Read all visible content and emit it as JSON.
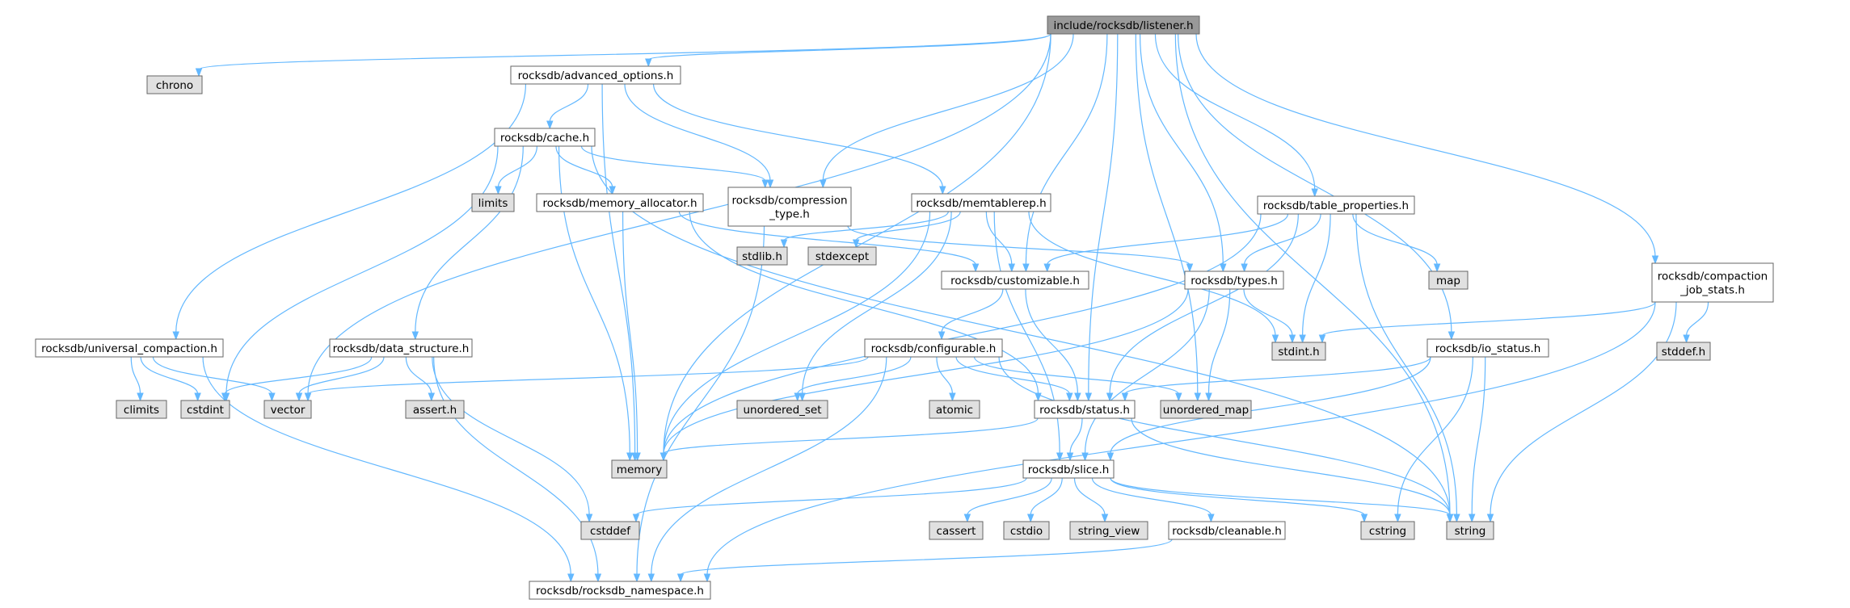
{
  "colors": {
    "root_fill": "#999999",
    "header_fill": "#ffffff",
    "system_fill": "#e0e0e0",
    "border": "#666666",
    "edge": "#63b8ff"
  },
  "nodes": [
    {
      "id": "listener",
      "lines": [
        "include/rocksdb/listener.h"
      ],
      "kind": "root"
    },
    {
      "id": "chrono",
      "lines": [
        "chrono"
      ],
      "kind": "system"
    },
    {
      "id": "advanced_options",
      "lines": [
        "rocksdb/advanced_options.h"
      ],
      "kind": "header"
    },
    {
      "id": "cache",
      "lines": [
        "rocksdb/cache.h"
      ],
      "kind": "header"
    },
    {
      "id": "limits",
      "lines": [
        "limits"
      ],
      "kind": "system"
    },
    {
      "id": "memory_allocator",
      "lines": [
        "rocksdb/memory_allocator.h"
      ],
      "kind": "header"
    },
    {
      "id": "compression_type",
      "lines": [
        "rocksdb/compression",
        "_type.h"
      ],
      "kind": "header"
    },
    {
      "id": "memtablerep",
      "lines": [
        "rocksdb/memtablerep.h"
      ],
      "kind": "header"
    },
    {
      "id": "stdlib",
      "lines": [
        "stdlib.h"
      ],
      "kind": "system"
    },
    {
      "id": "stdexcept",
      "lines": [
        "stdexcept"
      ],
      "kind": "system"
    },
    {
      "id": "customizable",
      "lines": [
        "rocksdb/customizable.h"
      ],
      "kind": "header"
    },
    {
      "id": "table_properties",
      "lines": [
        "rocksdb/table_properties.h"
      ],
      "kind": "header"
    },
    {
      "id": "types",
      "lines": [
        "rocksdb/types.h"
      ],
      "kind": "header"
    },
    {
      "id": "map",
      "lines": [
        "map"
      ],
      "kind": "system"
    },
    {
      "id": "compaction_job_stats",
      "lines": [
        "rocksdb/compaction",
        "_job_stats.h"
      ],
      "kind": "header"
    },
    {
      "id": "stddef",
      "lines": [
        "stddef.h"
      ],
      "kind": "system"
    },
    {
      "id": "stdint",
      "lines": [
        "stdint.h"
      ],
      "kind": "system"
    },
    {
      "id": "universal_compaction",
      "lines": [
        "rocksdb/universal_compaction.h"
      ],
      "kind": "header"
    },
    {
      "id": "climits",
      "lines": [
        "climits"
      ],
      "kind": "system"
    },
    {
      "id": "cstdint",
      "lines": [
        "cstdint"
      ],
      "kind": "system"
    },
    {
      "id": "vector",
      "lines": [
        "vector"
      ],
      "kind": "system"
    },
    {
      "id": "data_structure",
      "lines": [
        "rocksdb/data_structure.h"
      ],
      "kind": "header"
    },
    {
      "id": "assert",
      "lines": [
        "assert.h"
      ],
      "kind": "system"
    },
    {
      "id": "configurable",
      "lines": [
        "rocksdb/configurable.h"
      ],
      "kind": "header"
    },
    {
      "id": "unordered_set",
      "lines": [
        "unordered_set"
      ],
      "kind": "system"
    },
    {
      "id": "atomic",
      "lines": [
        "atomic"
      ],
      "kind": "system"
    },
    {
      "id": "status",
      "lines": [
        "rocksdb/status.h"
      ],
      "kind": "header"
    },
    {
      "id": "unordered_map",
      "lines": [
        "unordered_map"
      ],
      "kind": "system"
    },
    {
      "id": "io_status",
      "lines": [
        "rocksdb/io_status.h"
      ],
      "kind": "header"
    },
    {
      "id": "memory",
      "lines": [
        "memory"
      ],
      "kind": "system"
    },
    {
      "id": "slice",
      "lines": [
        "rocksdb/slice.h"
      ],
      "kind": "header"
    },
    {
      "id": "cstddef",
      "lines": [
        "cstddef"
      ],
      "kind": "system"
    },
    {
      "id": "cassert",
      "lines": [
        "cassert"
      ],
      "kind": "system"
    },
    {
      "id": "cstdio",
      "lines": [
        "cstdio"
      ],
      "kind": "system"
    },
    {
      "id": "string_view",
      "lines": [
        "string_view"
      ],
      "kind": "system"
    },
    {
      "id": "cleanable",
      "lines": [
        "rocksdb/cleanable.h"
      ],
      "kind": "header"
    },
    {
      "id": "cstring",
      "lines": [
        "cstring"
      ],
      "kind": "system"
    },
    {
      "id": "string",
      "lines": [
        "string"
      ],
      "kind": "system"
    },
    {
      "id": "rocksdb_namespace",
      "lines": [
        "rocksdb/rocksdb_namespace.h"
      ],
      "kind": "header"
    }
  ],
  "edges": [
    [
      "listener",
      "chrono"
    ],
    [
      "listener",
      "advanced_options"
    ],
    [
      "listener",
      "vector"
    ],
    [
      "listener",
      "memory"
    ],
    [
      "listener",
      "compression_type"
    ],
    [
      "listener",
      "customizable"
    ],
    [
      "listener",
      "status"
    ],
    [
      "listener",
      "types"
    ],
    [
      "listener",
      "table_properties"
    ],
    [
      "listener",
      "unordered_map"
    ],
    [
      "listener",
      "io_status"
    ],
    [
      "listener",
      "compaction_job_stats"
    ],
    [
      "listener",
      "string"
    ],
    [
      "advanced_options",
      "cache"
    ],
    [
      "advanced_options",
      "universal_compaction"
    ],
    [
      "advanced_options",
      "memory"
    ],
    [
      "advanced_options",
      "compression_type"
    ],
    [
      "advanced_options",
      "memtablerep"
    ],
    [
      "cache",
      "limits"
    ],
    [
      "cache",
      "memory_allocator"
    ],
    [
      "cache",
      "compression_type"
    ],
    [
      "cache",
      "data_structure"
    ],
    [
      "cache",
      "cstdint"
    ],
    [
      "cache",
      "memory"
    ],
    [
      "cache",
      "string"
    ],
    [
      "memory_allocator",
      "customizable"
    ],
    [
      "memory_allocator",
      "status"
    ],
    [
      "memory_allocator",
      "memory"
    ],
    [
      "compression_type",
      "types"
    ],
    [
      "compression_type",
      "rocksdb_namespace"
    ],
    [
      "memtablerep",
      "stdlib"
    ],
    [
      "memtablerep",
      "stdexcept"
    ],
    [
      "memtablerep",
      "customizable"
    ],
    [
      "memtablerep",
      "stdint"
    ],
    [
      "memtablerep",
      "unordered_set"
    ],
    [
      "memtablerep",
      "memory"
    ],
    [
      "memtablerep",
      "slice"
    ],
    [
      "customizable",
      "configurable"
    ],
    [
      "customizable",
      "status"
    ],
    [
      "table_properties",
      "customizable"
    ],
    [
      "table_properties",
      "types"
    ],
    [
      "table_properties",
      "map"
    ],
    [
      "table_properties",
      "stdint"
    ],
    [
      "table_properties",
      "status"
    ],
    [
      "table_properties",
      "memory"
    ],
    [
      "table_properties",
      "string"
    ],
    [
      "types",
      "stdint"
    ],
    [
      "types",
      "unordered_map"
    ],
    [
      "types",
      "slice"
    ],
    [
      "types",
      "memory"
    ],
    [
      "compaction_job_stats",
      "stddef"
    ],
    [
      "compaction_job_stats",
      "stdint"
    ],
    [
      "compaction_job_stats",
      "string"
    ],
    [
      "compaction_job_stats",
      "rocksdb_namespace"
    ],
    [
      "universal_compaction",
      "climits"
    ],
    [
      "universal_compaction",
      "cstdint"
    ],
    [
      "universal_compaction",
      "vector"
    ],
    [
      "universal_compaction",
      "rocksdb_namespace"
    ],
    [
      "data_structure",
      "assert"
    ],
    [
      "data_structure",
      "cstdint"
    ],
    [
      "data_structure",
      "vector"
    ],
    [
      "data_structure",
      "cstddef"
    ],
    [
      "data_structure",
      "rocksdb_namespace"
    ],
    [
      "configurable",
      "vector"
    ],
    [
      "configurable",
      "unordered_set"
    ],
    [
      "configurable",
      "atomic"
    ],
    [
      "configurable",
      "status"
    ],
    [
      "configurable",
      "unordered_map"
    ],
    [
      "configurable",
      "string"
    ],
    [
      "configurable",
      "rocksdb_namespace"
    ],
    [
      "io_status",
      "status"
    ],
    [
      "io_status",
      "slice"
    ],
    [
      "io_status",
      "cstring"
    ],
    [
      "io_status",
      "string"
    ],
    [
      "status",
      "memory"
    ],
    [
      "status",
      "slice"
    ],
    [
      "status",
      "string"
    ],
    [
      "slice",
      "cstddef"
    ],
    [
      "slice",
      "cassert"
    ],
    [
      "slice",
      "cstdio"
    ],
    [
      "slice",
      "string_view"
    ],
    [
      "slice",
      "cleanable"
    ],
    [
      "slice",
      "cstring"
    ],
    [
      "slice",
      "string"
    ],
    [
      "cleanable",
      "rocksdb_namespace"
    ]
  ]
}
